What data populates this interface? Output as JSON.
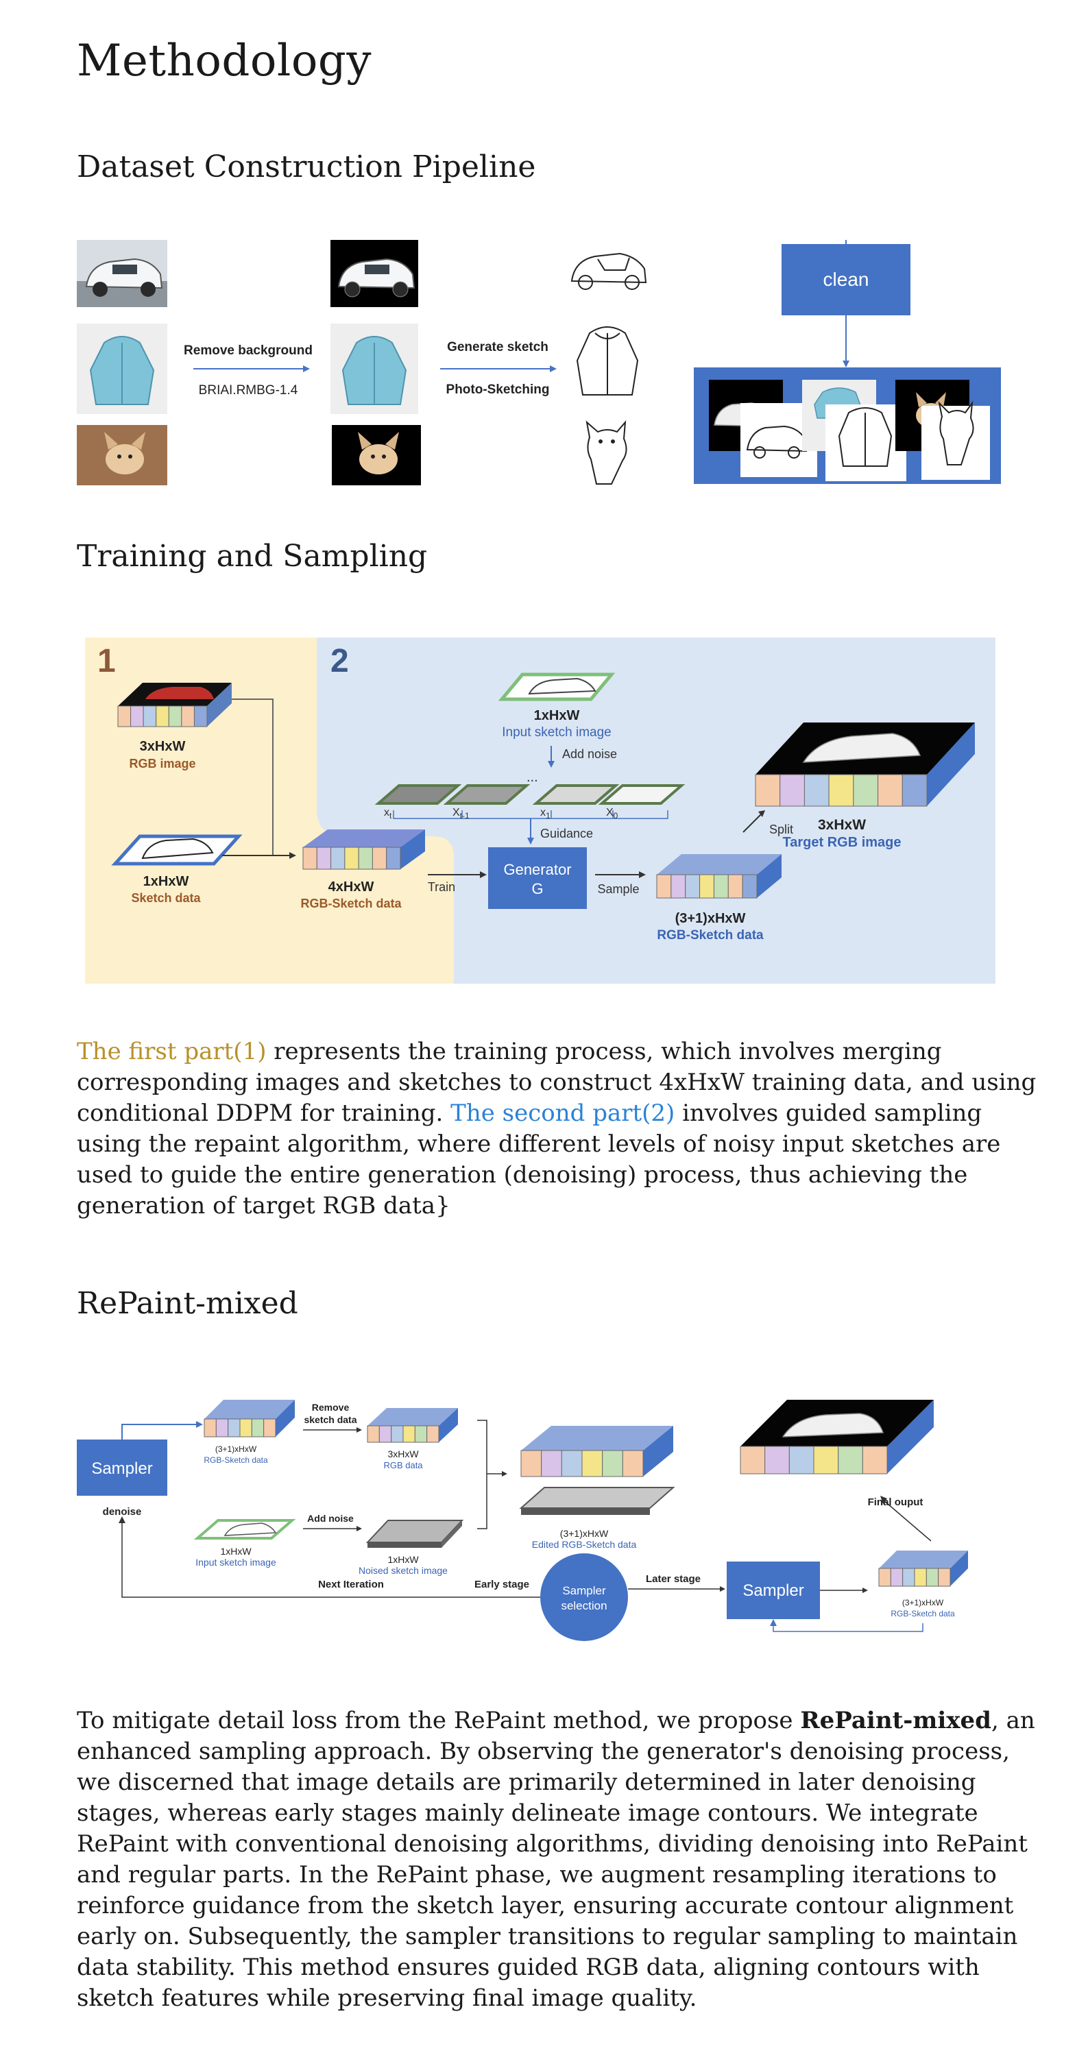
{
  "title": "Methodology",
  "sections": {
    "dataset": {
      "heading": "Dataset Construction Pipeline"
    },
    "training": {
      "heading": "Training and Sampling"
    },
    "repaint": {
      "heading": "RePaint-mixed"
    }
  },
  "fig1": {
    "remove_bg": "Remove background",
    "rmbg_tool": "BRIAI.RMBG-1.4",
    "gen_sketch": "Generate sketch",
    "sketch_tool": "Photo-Sketching",
    "clean": "clean"
  },
  "fig2": {
    "part1": "1",
    "part2": "2",
    "rgb_dim": "3xHxW",
    "rgb_label": "RGB image",
    "sketch_dim": "1xHxW",
    "sketch_label": "Sketch data",
    "input_dim": "1xHxW",
    "input_label": "Input sketch image",
    "add_noise": "Add noise",
    "guidance": "Guidance",
    "generator": "Generator",
    "generator_g": "G",
    "train": "Train",
    "sample": "Sample",
    "split": "Split",
    "target_dim": "3xHxW",
    "target_label": "Target RGB image",
    "rgbs_4_dim": "4xHxW",
    "rgbs_4_label": "RGB-Sketch data",
    "rgbs_31_dim": "(3+1)xHxW",
    "rgbs_31_label": "RGB-Sketch data",
    "xt": "x",
    "xt_sub": "t",
    "xt1": "X",
    "xt1_sub": "t-1",
    "x1": "x",
    "x1_sub": "1",
    "x0": "X",
    "x0_sub": "0",
    "dots": "..."
  },
  "para1": {
    "part1": "The first part(1)",
    "text1": " represents the training process, which involves merging corresponding images and sketches to construct 4xHxW training data, and using conditional DDPM for training. ",
    "part2": "The second part(2)",
    "text2": " involves guided sampling using the repaint algorithm, where different levels of noisy input sketches are used to guide the entire generation (denoising) process, thus achieving the generation of target RGB data}"
  },
  "fig3": {
    "sampler": "Sampler",
    "denoise": "denoise",
    "remove_sketch_1": "Remove",
    "remove_sketch_2": "sketch data",
    "add_noise": "Add noise",
    "dim_31a": "(3+1)xHxW",
    "rgbs_label": "RGB-Sketch data",
    "dim_3": "3xHxW",
    "rgb_label": "RGB data",
    "dim_1a": "1xHxW",
    "input_label": "Input sketch image",
    "dim_1b": "1xHxW",
    "noised_label": "Noised sketch image",
    "dim_31b": "(3+1)xHxW",
    "edited_label": "Edited RGB-Sketch data",
    "final_output": "Final ouput",
    "next_iter": "Next Iteration",
    "early_stage": "Early stage",
    "later_stage": "Later stage",
    "sampler_sel_1": "Sampler",
    "sampler_sel_2": "selection",
    "sampler_right": "Sampler",
    "dim_31c": "(3+1)xHxW",
    "rgbs_label_c": "RGB-Sketch data"
  },
  "para2": {
    "text1": "To mitigate detail loss from the RePaint method, we propose ",
    "bold": "RePaint-mixed",
    "text2": ", an enhanced sampling approach. By observing the generator's denoising process, we discerned that image details are primarily determined in later denoising stages, whereas early stages mainly delineate image contours. We integrate RePaint with conventional denoising algorithms, dividing denoising into RePaint and regular parts. In the RePaint phase, we augment resampling iterations to reinforce guidance from the sketch layer, ensuring accurate contour alignment early on. Subsequently, the sampler transitions to regular sampling to maintain data stability. This method ensures guided RGB data, aligning contours with sketch features while preserving final image quality."
  }
}
